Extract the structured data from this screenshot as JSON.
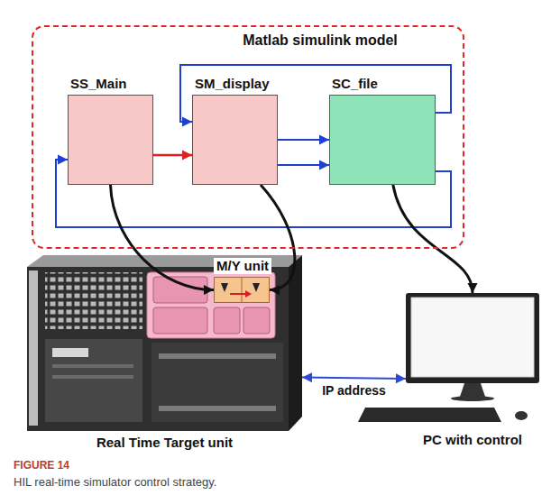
{
  "diagram": {
    "caption": "HIL real-time simulator control strategy.",
    "nodes": [
      {
        "text": [
          "Matlab simulink model"
        ]
      },
      {
        "text": [
          "SS_Main"
        ],
        "in": 0
      },
      {
        "text": [
          "SM_display"
        ],
        "in": 0
      },
      {
        "text": [
          "SC_file"
        ],
        "in": 0
      },
      {
        "text": [
          "Real Time Target unit"
        ]
      },
      {
        "text": [
          "M/Y unit"
        ],
        "in": 4
      },
      {
        "text": [
          "PC with control"
        ]
      }
    ],
    "edges": [
      {
        "from": 1,
        "to": 2,
        "arrow": "to"
      },
      {
        "from": 2,
        "to": 3,
        "arrow": "to"
      },
      {
        "from": 2,
        "to": 3,
        "arrow": "to"
      },
      {
        "from": 3,
        "to": 2,
        "arrow": "to"
      },
      {
        "from": 3,
        "to": 1,
        "arrow": "to"
      },
      {
        "from": 1,
        "to": 5,
        "arrow": "to"
      },
      {
        "from": 2,
        "to": 5,
        "arrow": "to"
      },
      {
        "from": 3,
        "to": 6,
        "arrow": "to"
      },
      {
        "from": 4,
        "to": 6,
        "label": "IP address",
        "arrow": "both"
      }
    ],
    "labels": [
      "FIGURE 14"
    ]
  }
}
